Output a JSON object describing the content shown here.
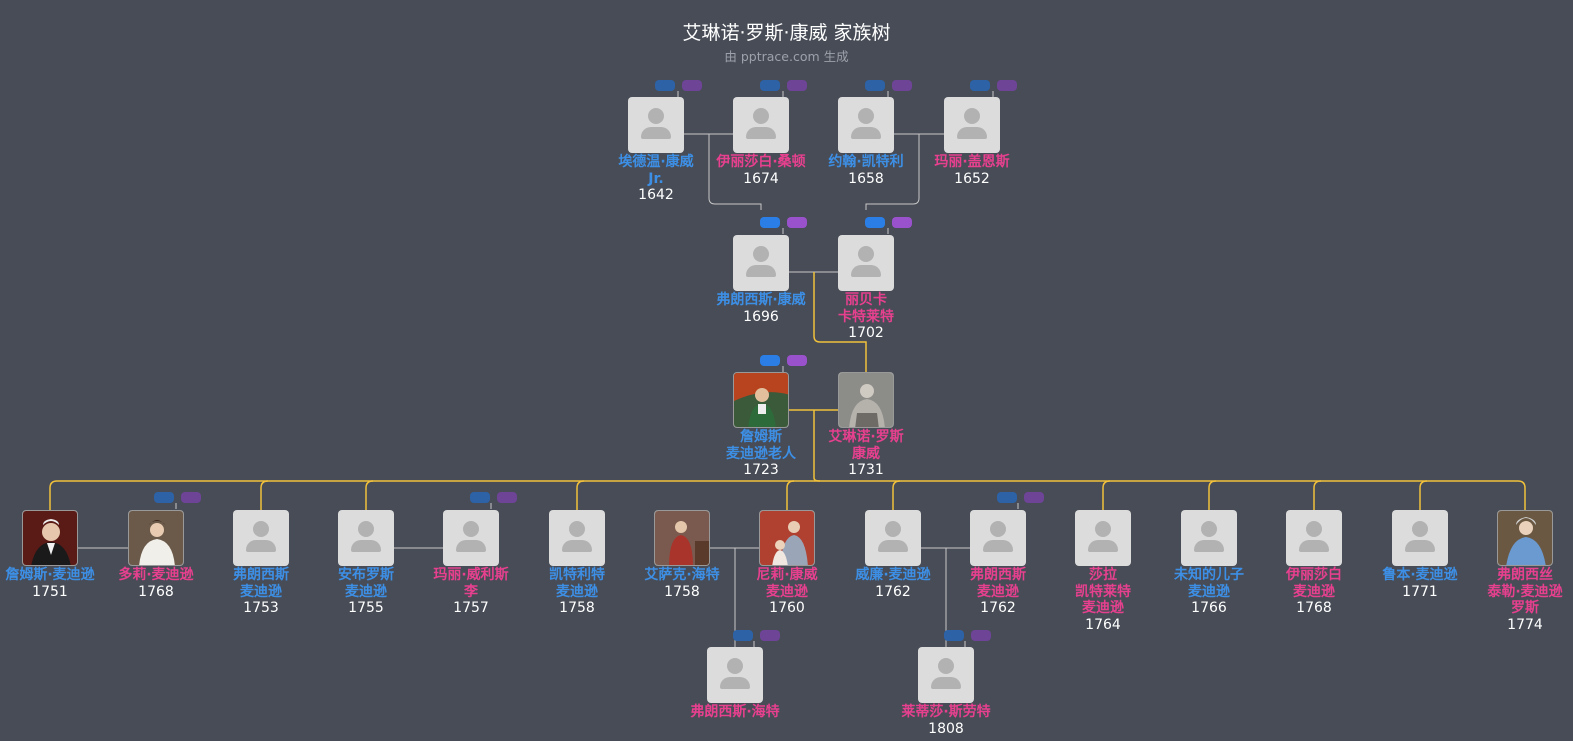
{
  "header": {
    "title": "艾琳诺·罗斯·康威 家族树",
    "subtitle": "由 pptrace.com 生成"
  },
  "people": [
    {
      "id": "edwin",
      "name": "埃德温·康威 Jr.",
      "year": "1642",
      "gender": "m"
    },
    {
      "id": "elizabeth_thornton",
      "name": "伊丽莎白·桑顿",
      "year": "1674",
      "gender": "f"
    },
    {
      "id": "john_catlett",
      "name": "约翰·凯特利",
      "year": "1658",
      "gender": "m"
    },
    {
      "id": "mary_gaines",
      "name": "玛丽·盖恩斯",
      "year": "1652",
      "gender": "f"
    },
    {
      "id": "francis_conway",
      "name": "弗朗西斯·康威",
      "year": "1696",
      "gender": "m"
    },
    {
      "id": "rebecca",
      "name": "丽贝卡 卡特莱特",
      "year": "1702",
      "gender": "f"
    },
    {
      "id": "james_sr",
      "name": "詹姆斯 麦迪逊老人",
      "year": "1723",
      "gender": "m",
      "portrait": "man-green-coat"
    },
    {
      "id": "eleanor",
      "name": "艾琳诺·罗斯 康威",
      "year": "1731",
      "gender": "f",
      "portrait": "woman-grey",
      "focus": true
    },
    {
      "id": "james",
      "name": "詹姆斯·麦迪逊",
      "year": "1751",
      "gender": "m",
      "portrait": "man-dark"
    },
    {
      "id": "dolley",
      "name": "多莉·麦迪逊",
      "year": "1768",
      "gender": "f",
      "portrait": "woman-white-dress"
    },
    {
      "id": "francis_m",
      "name": "弗朗西斯 麦迪逊",
      "year": "1753",
      "gender": "m"
    },
    {
      "id": "ambrose",
      "name": "安布罗斯 麦迪逊",
      "year": "1755",
      "gender": "m"
    },
    {
      "id": "mary_willis",
      "name": "玛丽·威利斯 李",
      "year": "1757",
      "gender": "f"
    },
    {
      "id": "catlett_m",
      "name": "凯特利特 麦迪逊",
      "year": "1758",
      "gender": "m"
    },
    {
      "id": "isaac",
      "name": "艾萨克·海特",
      "year": "1758",
      "gender": "m",
      "portrait": "man-red-coat"
    },
    {
      "id": "nelly",
      "name": "尼莉·康威 麦迪逊",
      "year": "1760",
      "gender": "f",
      "portrait": "woman-with-child"
    },
    {
      "id": "william",
      "name": "威廉·麦迪逊",
      "year": "1762",
      "gender": "m"
    },
    {
      "id": "frances_f",
      "name": "弗朗西斯 麦迪逊",
      "year": "1762",
      "gender": "f"
    },
    {
      "id": "sarah",
      "name": "莎拉 凯特莱特 麦迪逊",
      "year": "1764",
      "gender": "f"
    },
    {
      "id": "unknown_son",
      "name": "未知的儿子 麦迪逊",
      "year": "1766",
      "gender": "m"
    },
    {
      "id": "elizabeth_m",
      "name": "伊丽莎白 麦迪逊",
      "year": "1768",
      "gender": "f"
    },
    {
      "id": "reuben",
      "name": "鲁本·麦迪逊",
      "year": "1771",
      "gender": "m"
    },
    {
      "id": "frances_taylor",
      "name": "弗朗西丝 泰勒·麦迪逊 罗斯",
      "year": "1774",
      "gender": "f",
      "portrait": "woman-blue-dress"
    },
    {
      "id": "francis_hite",
      "name": "弗朗西斯·海特",
      "year": "",
      "gender": "f"
    },
    {
      "id": "letitia",
      "name": "莱蒂莎·斯劳特",
      "year": "1808",
      "gender": "f"
    }
  ],
  "colors": {
    "background": "#474c56",
    "male": "#3d8fe6",
    "female": "#e6408f",
    "focus_line": "#f2c13b",
    "line": "#c8c8c8"
  }
}
